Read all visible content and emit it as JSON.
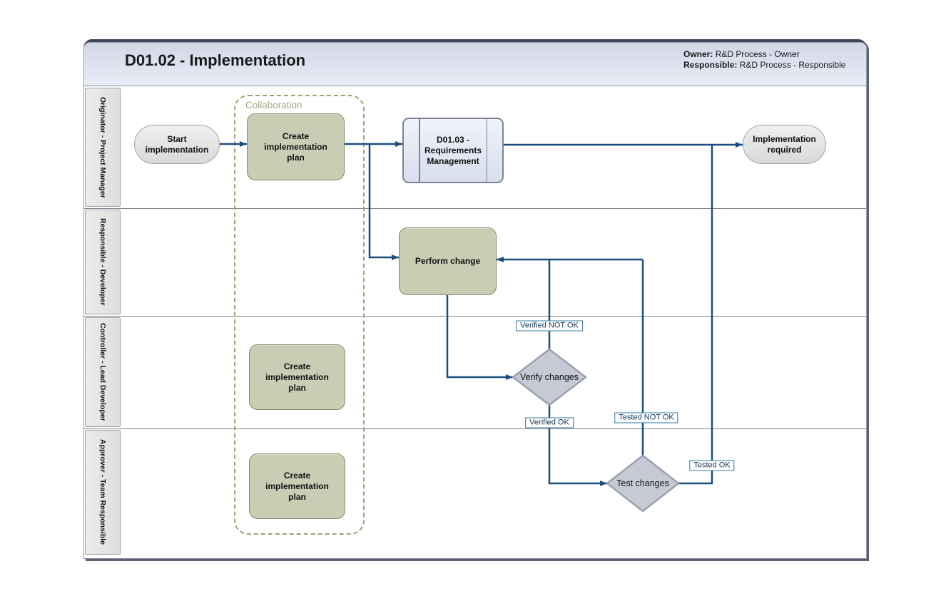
{
  "header": {
    "title": "D01.02 - Implementation",
    "owner_label": "Owner:",
    "owner_value": "R&D Process - Owner",
    "responsible_label": "Responsible:",
    "responsible_value": "R&D Process - Responsible"
  },
  "lanes": [
    {
      "label": "Originator - Project Manager"
    },
    {
      "label": "Responsible - Developer"
    },
    {
      "label": "Controller - Lead Developer"
    },
    {
      "label": "Approver - Team Responsible"
    }
  ],
  "group": {
    "label": "Collaboration"
  },
  "nodes": {
    "start": {
      "label": "Start implementation"
    },
    "create_plan_pm": {
      "label": "Create implementation plan"
    },
    "requirements_subprocess": {
      "label": "D01.03 - Requirements Management"
    },
    "implementation_required": {
      "label": "Implementation required"
    },
    "perform_change": {
      "label": "Perform change"
    },
    "verify_changes": {
      "label": "Verify changes"
    },
    "test_changes": {
      "label": "Test changes"
    },
    "create_plan_controller": {
      "label": "Create implementation plan"
    },
    "create_plan_approver": {
      "label": "Create implementation plan"
    }
  },
  "edge_labels": {
    "verified_not_ok": "Verified NOT OK",
    "verified_ok": "Verified OK",
    "tested_not_ok": "Tested NOT OK",
    "tested_ok": "Tested OK"
  },
  "colors": {
    "connector": "#1a4e7e",
    "task-fill": "#c9cdb3",
    "task-border": "#848b66",
    "event-border": "#a6a6a6",
    "gateway-fill": "#c6cad5",
    "gateway-border": "#9aa0ac",
    "group-border": "#9aa36c",
    "label-border": "#3279a2",
    "label-text": "#16365a",
    "header-fill": "#dde1ee",
    "subprocess-fill": "#d8deee",
    "subprocess-border": "#7c8394"
  }
}
